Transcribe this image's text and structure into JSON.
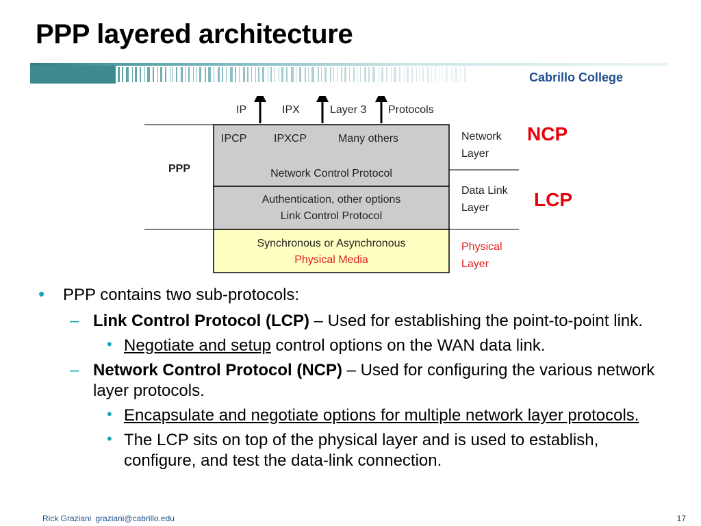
{
  "slide": {
    "title": "PPP layered architecture",
    "college": "Cabrillo College",
    "page_number": "17"
  },
  "diagram": {
    "top_labels": [
      "IP",
      "IPX",
      "Layer 3",
      "Protocols"
    ],
    "ppp_label": "PPP",
    "ncp_row": [
      "IPCP",
      "IPXCP",
      "Many others"
    ],
    "ncp_name": "Network Control Protocol",
    "lcp_line1": "Authentication, other options",
    "lcp_line2": "Link Control Protocol",
    "phys_line1": "Synchronous or Asynchronous",
    "phys_line2": "Physical Media",
    "side_labels": {
      "network_1": "Network",
      "network_2": "Layer",
      "datalink_1": "Data Link",
      "datalink_2": "Layer",
      "physical_1": "Physical",
      "physical_2": "Layer"
    },
    "tags": {
      "ncp": "NCP",
      "lcp": "LCP"
    },
    "colors": {
      "gray_box": "#cccccc",
      "yellow_box": "#ffffc2",
      "red": "#e8000a",
      "accent": "#14a6b5"
    }
  },
  "bullets": {
    "b1": "PPP contains two sub-protocols:",
    "lcp_bold": "Link Control Protocol (LCP)",
    "lcp_rest": " – Used for establishing the point-to-point link.",
    "lcp_sub_ul": "Negotiate and setup",
    "lcp_sub_rest": " control options on the WAN data link.",
    "ncp_bold": "Network Control Protocol (NCP)",
    "ncp_rest": " – Used for configuring the various network layer protocols.",
    "ncp_sub1": "Encapsulate and negotiate options for multiple network layer protocols.",
    "ncp_sub2": "The LCP sits on top of the physical layer and is used to establish, configure, and test the data-link connection.",
    "bullet_char": "•",
    "dash_char": "–"
  },
  "footer": {
    "author": "Rick Graziani",
    "email": "graziani@cabrillo.edu"
  }
}
